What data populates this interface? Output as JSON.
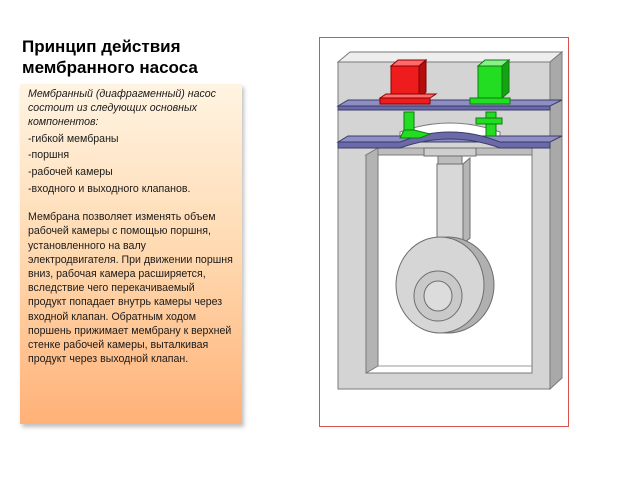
{
  "slide": {
    "title_lines": [
      "Принцип действия",
      "мембранного насоса"
    ],
    "intro": "Мембранный (диафрагменный) насос состоит из следующих основных компонентов:",
    "components": [
      "-гибкой мембраны",
      "-поршня",
      "-рабочей камеры",
      "-входного и выходного клапанов."
    ],
    "description": "Мембрана позволяет изменять объем рабочей камеры с помощью поршня, установленного на валу электродвигателя. При движении поршня вниз, рабочая камера расширяется, вследствие чего перекачиваемый продукт попадает внутрь камеры через входной клапан. Обратным ходом поршень прижимает мембрану к верхней стенке рабочей камеры, выталкивая продукт через выходной клапан."
  },
  "colors": {
    "inlet_valve": "#ee1c1c",
    "outlet_valve": "#22dd22",
    "membrane": "#6a6aa8",
    "housing": "#d4d4d4",
    "frame_border": "#d9534f"
  },
  "icons": {
    "diagram": "diaphragm-pump-diagram"
  }
}
